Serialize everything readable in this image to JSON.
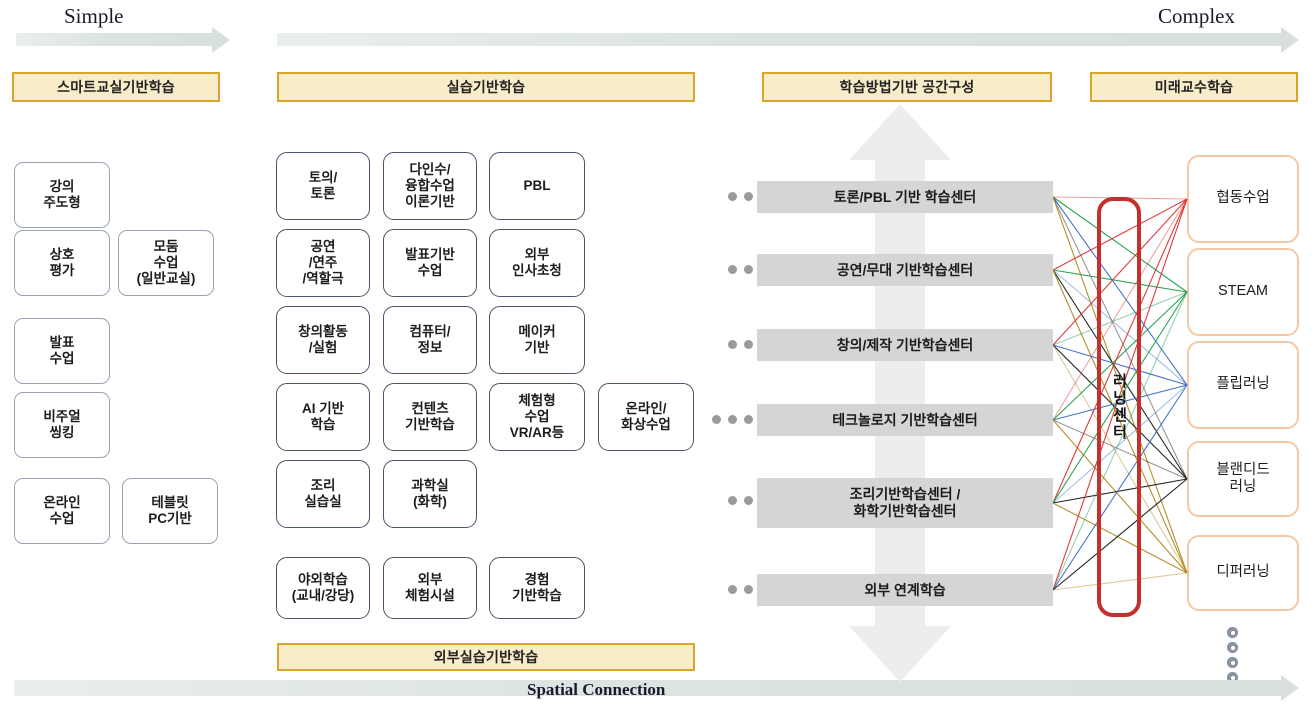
{
  "axis": {
    "left_label": "Simple",
    "right_label": "Complex",
    "bottom_label": "Spatial Connection"
  },
  "banners": {
    "smart_classroom": "스마트교실기반학습",
    "practice_based": "실습기반학습",
    "space_composition": "학습방법기반 공간구성",
    "future_teaching": "미래교수학습",
    "external_practice": "외부실습기반학습"
  },
  "column_simple": {
    "items": [
      {
        "label": "강의\n주도형"
      },
      {
        "label": "상호\n평가"
      },
      {
        "label": "모둠\n수업\n(일반교실)"
      },
      {
        "label": "발표\n수업"
      },
      {
        "label": "비주얼\n씽킹"
      },
      {
        "label": "온라인\n수업"
      },
      {
        "label": "테블릿\nPC기반"
      }
    ]
  },
  "column_practice": {
    "items": [
      {
        "label": "토의/\n토론"
      },
      {
        "label": "다인수/\n융합수업\n이론기반"
      },
      {
        "label": "PBL"
      },
      {
        "label": "공연\n/연주\n/역할극"
      },
      {
        "label": "발표기반\n수업"
      },
      {
        "label": "외부\n인사초청"
      },
      {
        "label": "창의활동\n/실험"
      },
      {
        "label": "컴퓨터/\n정보"
      },
      {
        "label": "메이커\n기반"
      },
      {
        "label": "AI 기반\n학습"
      },
      {
        "label": "컨텐츠\n기반학습"
      },
      {
        "label": "체험형\n수업\nVR/AR등"
      },
      {
        "label": "온라인/\n화상수업"
      },
      {
        "label": "조리\n실습실"
      },
      {
        "label": "과학실\n(화학)"
      },
      {
        "label": "야외학습\n(교내/강당)"
      },
      {
        "label": "외부\n체험시설"
      },
      {
        "label": "경험\n기반학습"
      }
    ]
  },
  "learning_centers": {
    "bars": [
      {
        "label": "토론/PBL 기반 학습센터"
      },
      {
        "label": "공연/무대 기반학습센터"
      },
      {
        "label": "창의/제작 기반학습센터"
      },
      {
        "label": "테크놀로지 기반학습센터"
      },
      {
        "label": "조리기반학습센터 /\n화학기반학습센터"
      },
      {
        "label": "외부 연계학습"
      }
    ]
  },
  "hub": {
    "label": "러닝센터"
  },
  "outcomes": {
    "items": [
      {
        "label": "협동수업"
      },
      {
        "label": "STEAM"
      },
      {
        "label": "플립러닝"
      },
      {
        "label": "블랜디드\n러닝"
      },
      {
        "label": "디퍼러닝"
      }
    ],
    "more_indicator": "vertical-ellipsis"
  },
  "colors": {
    "banner_fill": "#f9ecc9",
    "banner_border": "#d9a62b",
    "bar_fill": "#d5d5d5",
    "hub_border": "#c4302b",
    "outcome_border": "#f6c9a4",
    "arrow_fill": "#d7e0dc",
    "link_colors": [
      "#e03030",
      "#1f9e4b",
      "#3a6fc4",
      "#1a1a1a",
      "#b08a20"
    ]
  }
}
